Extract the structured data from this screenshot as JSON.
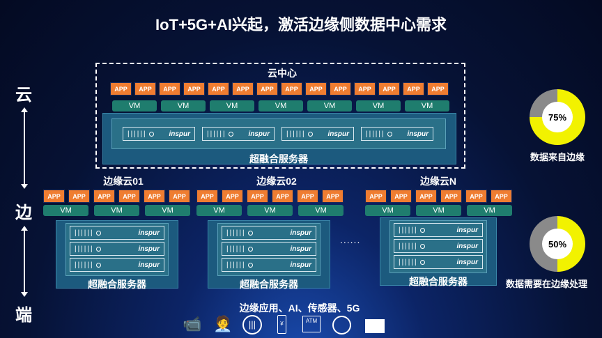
{
  "title": "IoT+5G+AI兴起，激活边缘侧数据中心需求",
  "side": {
    "cloud": "云",
    "edge": "边",
    "end": "端"
  },
  "app_label": "APP",
  "vm_label": "VM",
  "brand": "inspur",
  "center": {
    "title": "云中心",
    "server_label": "超融合服务器"
  },
  "edges": [
    {
      "title": "边缘云01",
      "server_label": "超融合服务器"
    },
    {
      "title": "边缘云02",
      "server_label": "超融合服务器"
    },
    {
      "title": "边缘云N",
      "server_label": "超融合服务器"
    }
  ],
  "ellipsis": "......",
  "stats": [
    {
      "value": "75%",
      "percent": 75,
      "label": "数据来自边缘"
    },
    {
      "value": "50%",
      "percent": 50,
      "label": "数据需要在边缘处理"
    }
  ],
  "colors": {
    "donut_fill": "#f2f200",
    "donut_rest": "#8a8a8a"
  },
  "bottom": {
    "caption": "边缘应用、AI、传感器、5G",
    "icons": [
      "camera-icon",
      "kiosk-icon",
      "voice-icon",
      "mobile-payment-icon",
      "atm-icon",
      "globe-icon",
      "card-icon"
    ],
    "atm_text": "ATM"
  }
}
